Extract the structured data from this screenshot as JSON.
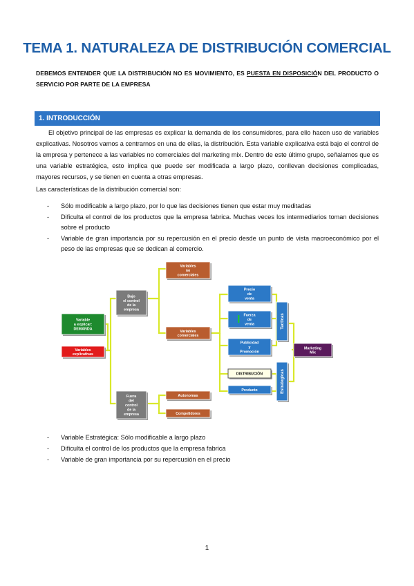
{
  "title": "TEMA 1. NATURALEZA DE DISTRIBUCIÓN COMERCIAL",
  "subtitle": {
    "before": "DEBEMOS ENTENDER QUE LA DISTRIBUCIÓN NO ES MOVIMIENTO, ES ",
    "underlined": "PUESTA EN DISPOSICIÓ",
    "after": "N DEL PRODUCTO O SERVICIO POR PARTE DE LA EMPRESA"
  },
  "section": {
    "heading": "1. INTRODUCCIÓN"
  },
  "intro_paragraph": "El objetivo principal de las empresas es explicar la demanda de los consumidores, para ello hacen uso de variables explicativas. Nosotros vamos a centrarnos en una de ellas, la distribución. Esta variable explicativa está bajo el control de la empresa y pertenece a las variables no comerciales del marketing mix. Dentro de este último grupo, señalamos que es una variable estratégica, esto implica que puede ser modificada a largo plazo, conllevan decisiones complicadas, mayores recursos, y se tienen en cuenta a otras empresas.",
  "characteristics_intro": "Las características de la distribución comercial son:",
  "characteristics": [
    "Sólo modificable a largo plazo, por lo que las decisiones tienen que estar muy meditadas",
    "Dificulta el control de los productos que la empresa fabrica. Muchas veces los intermediarios toman decisiones sobre el producto",
    "Variable de gran importancia por su repercusión en el precio desde un punto de vista macroeconómico por el peso de las empresas que se dedican al comercio."
  ],
  "summary": [
    "Variable Estratégica: Sólo modificable a largo plazo",
    "Dificulta el control de los productos que la empresa fabrica",
    "Variable de gran importancia por su repercusión en el precio"
  ],
  "list_marker": "-",
  "diagram": {
    "variable_explicar": [
      "Variable",
      "a explicar:",
      "DEMANDA"
    ],
    "variables_explicativas": [
      "Variables",
      "explicativas"
    ],
    "bajo_control": [
      "Bajo",
      "el control",
      "de la",
      "empresa"
    ],
    "fuera_control": [
      "Fuera",
      "del",
      "control",
      "de la",
      "empresa"
    ],
    "no_comerciales": [
      "Variables",
      "no",
      "comerciales"
    ],
    "comerciales": [
      "Variables",
      "comerciales"
    ],
    "autonomas": "Autonomas",
    "competidores": "Competidores",
    "precio": [
      "Precio",
      "de",
      "venta"
    ],
    "fuerza": [
      "Fuerza",
      "de",
      "venta"
    ],
    "publicidad": [
      "Publicidad",
      "y",
      "Promoción"
    ],
    "distribucion": "DISTRIBUCIÓN",
    "producto": "Producto",
    "tacticas": "Tacticas",
    "estrategicas": "Estrategicas",
    "marketing_mix": [
      "Marketing",
      "Mix"
    ]
  },
  "colors": {
    "title": "#1f5fa8",
    "section_bar": "#2e75c6",
    "box_green": "#1e8a2e",
    "box_red": "#e21b1b",
    "box_gray": "#7b7b7b",
    "box_brown": "#b95d2f",
    "box_blue": "#2c79c7",
    "box_purple": "#5a1a5c",
    "box_yellow": "#ffffe6",
    "connector": "#d9e82a"
  },
  "page_number": "1"
}
